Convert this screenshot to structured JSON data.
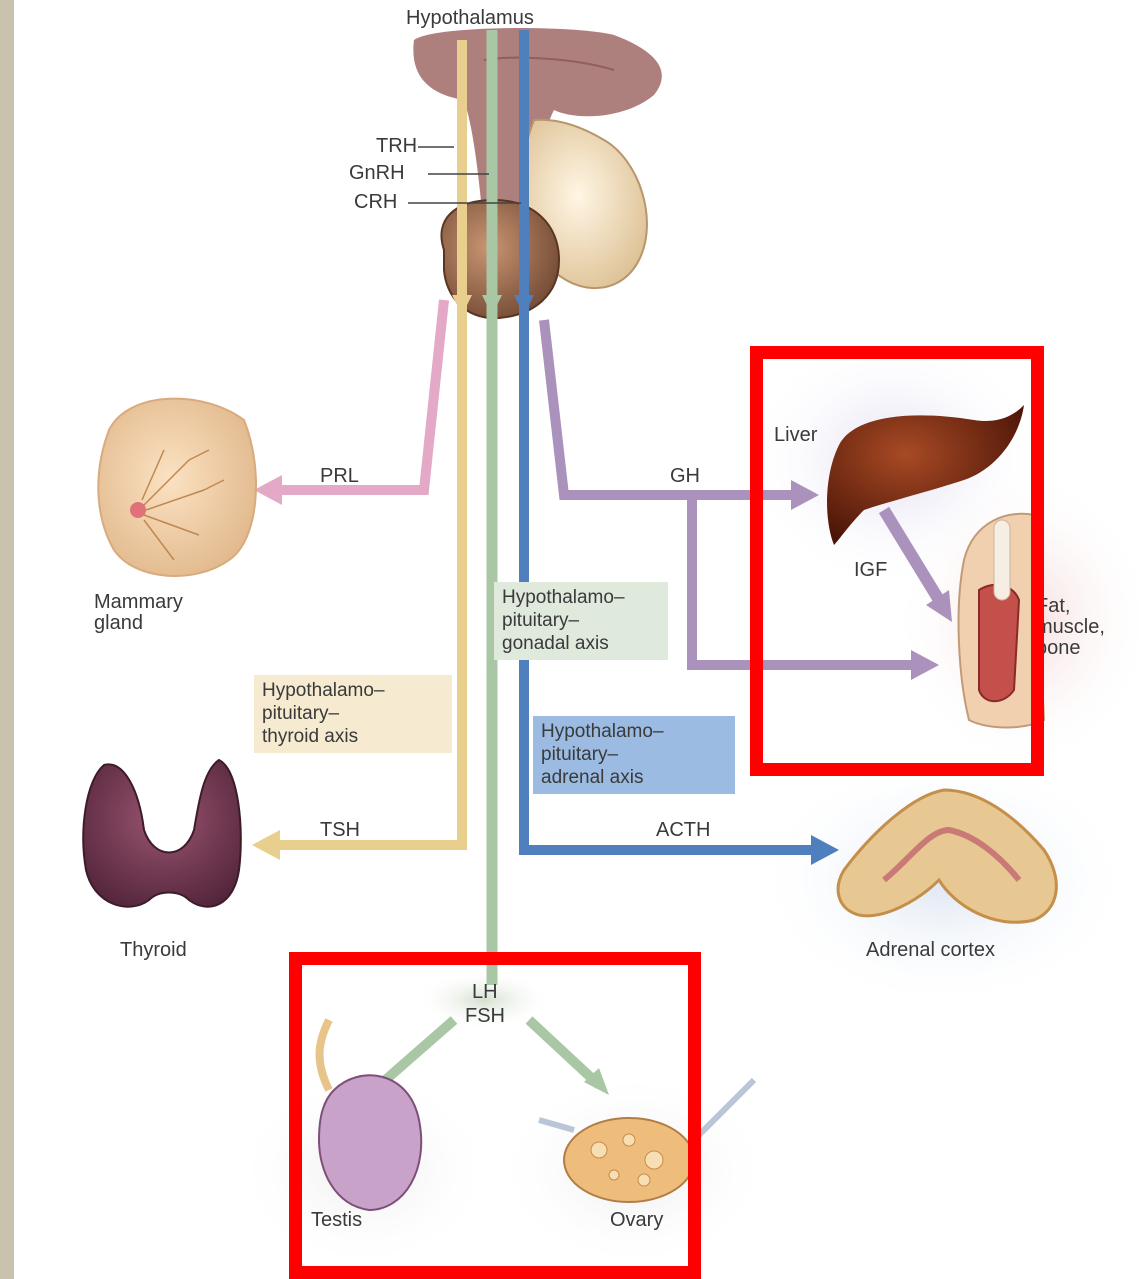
{
  "labels": {
    "hypothalamus": "Hypothalamus",
    "trh": "TRH",
    "gnrh": "GnRH",
    "crh": "CRH",
    "prl": "PRL",
    "mammary": "Mammary\ngland",
    "gh": "GH",
    "liver": "Liver",
    "igf": "IGF",
    "fat_muscle_bone": "Fat,\nmuscle,\nbone",
    "tsh": "TSH",
    "thyroid": "Thyroid",
    "acth": "ACTH",
    "adrenal": "Adrenal cortex",
    "lh": "LH",
    "fsh": "FSH",
    "testis": "Testis",
    "ovary": "Ovary"
  },
  "axes": {
    "gonadal": "Hypothalamo–\npituitary–\ngonadal axis",
    "thyroid": "Hypothalamo–\npituitary–\nthyroid axis",
    "adrenal": "Hypothalamo–\npituitary–\nadrenal axis"
  },
  "colors": {
    "prl": "#e3a9c6",
    "tsh": "#e9cf8e",
    "gonadal": "#a9c7a5",
    "adrenal": "#4f7fbd",
    "gh": "#ab92bd",
    "highlight": "#ff0000"
  }
}
